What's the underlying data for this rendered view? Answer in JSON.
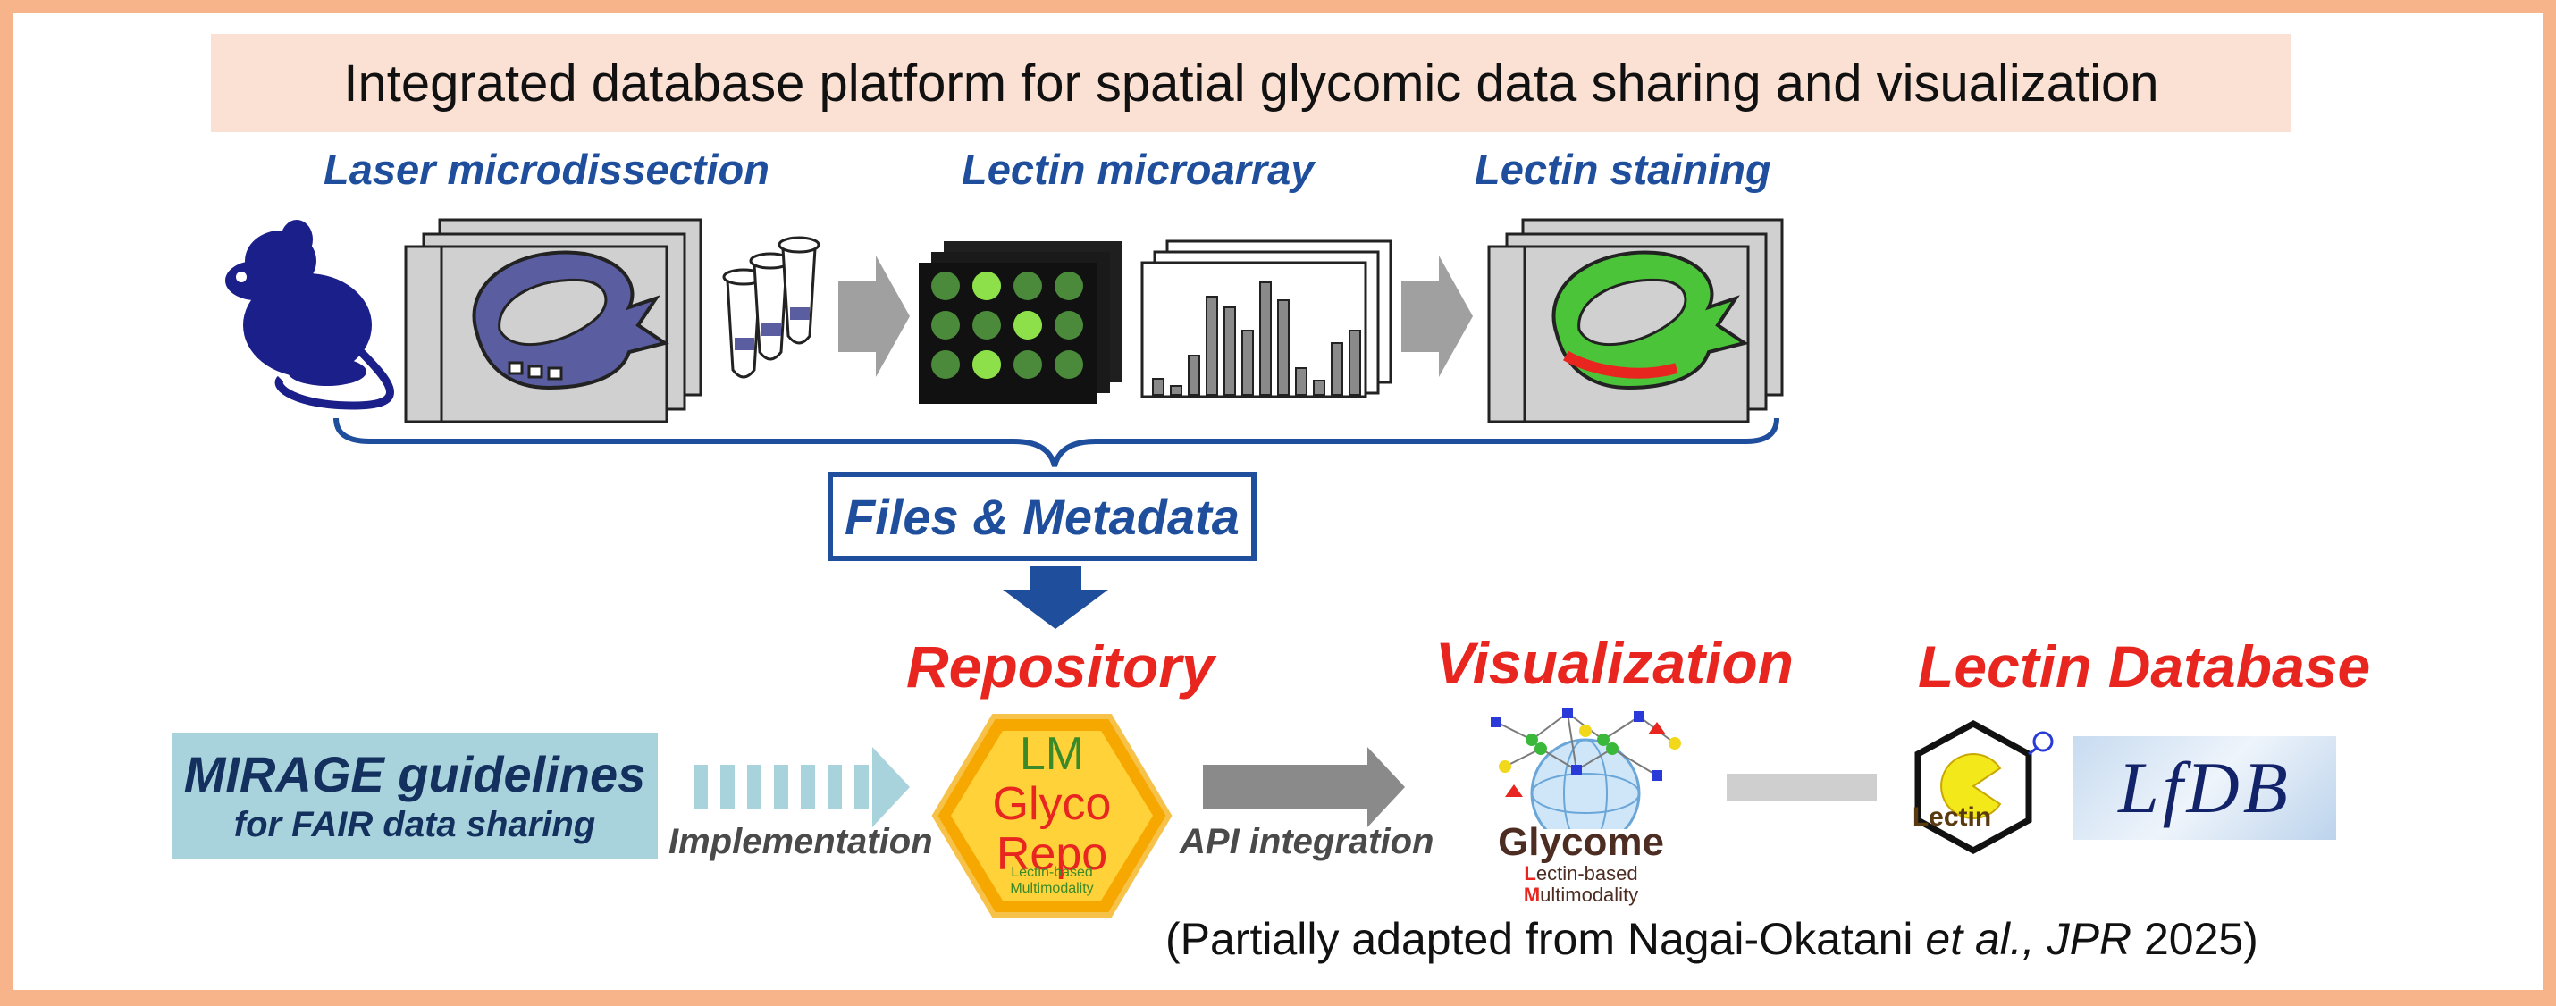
{
  "title": "Integrated database platform for spatial glycomic data sharing and visualization",
  "steps": {
    "laser": "Laser microdissection",
    "microarray": "Lectin microarray",
    "staining": "Lectin staining"
  },
  "files_metadata": "Files & Metadata",
  "repository": {
    "label": "Repository",
    "logo_line1": "LM",
    "logo_line2": "Glyco",
    "logo_line3": "Repo",
    "logo_sub1": "Lectin-based",
    "logo_sub2": "Multimodality"
  },
  "visualization": {
    "label": "Visualization",
    "logo_word": "Glycome",
    "logo_sub1_initial": "L",
    "logo_sub1_rest": "ectin-based",
    "logo_sub2_initial": "M",
    "logo_sub2_rest": "ultimodality"
  },
  "lectin_database": {
    "label": "Lectin Database",
    "lectin_logo_word": "Lectin",
    "lfdb_logo": "LfDB"
  },
  "mirage": {
    "title": "MIRAGE guidelines",
    "subtitle": "for FAIR data sharing"
  },
  "arrows": {
    "implementation": "Implementation",
    "api_integration": "API integration"
  },
  "credit": {
    "before": "(Partially adapted from Nagai-Okatani ",
    "etal": "et al.,",
    "journal": "JPR",
    "after": " 2025)"
  },
  "colors": {
    "frame": "#f7b48a",
    "title_bg": "#fbe1d3",
    "blue": "#1f4e9c",
    "red": "#e8261f",
    "mirage_bg": "#a9d3dc"
  }
}
